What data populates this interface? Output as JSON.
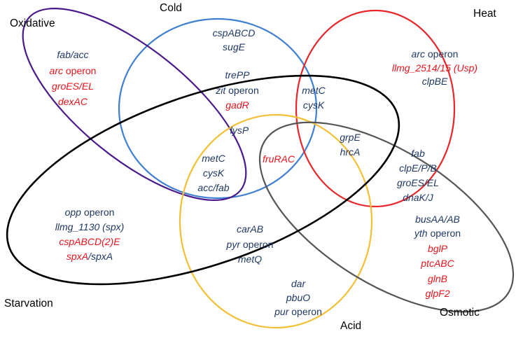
{
  "colors": {
    "cold": "#3F7FD1",
    "heat": "#E8262A",
    "oxidative": "#4A1A8C",
    "starvation": "#000000",
    "acid": "#F2C037",
    "osmotic": "#555555",
    "gene_blue": "#1F3864",
    "gene_red": "#E8141C"
  },
  "labels": {
    "oxidative": "Oxidative",
    "cold": "Cold",
    "heat": "Heat",
    "starvation": "Starvation",
    "acid": "Acid",
    "osmotic": "Osmotic"
  },
  "genes": {
    "cold": [
      "cspABCD",
      "sugE"
    ],
    "heat": [
      {
        "italic": "arc",
        "plain": " operon"
      },
      "llmg_2514/15 (Usp)",
      "clpBE"
    ],
    "oxidative": [
      "fab/acc",
      {
        "italic": "arc",
        "plain": " operon"
      },
      "groES/EL",
      "dexAC"
    ],
    "cold_starvation": [
      "trePP",
      {
        "italic": "zit",
        "plain": " operon"
      },
      "gadR"
    ],
    "cold_heat_starvation": [
      "metC",
      "cysK"
    ],
    "lysp": "lysP",
    "center": [
      "metC",
      "cysK",
      "acc/fab"
    ],
    "frurac": "fruRAC",
    "starv_heat_osmotic": [
      "grpE",
      "hrcA"
    ],
    "heat_osmotic": [
      "fab",
      "clpE/P/B",
      "groES/EL",
      "dnaK/J"
    ],
    "osmotic": [
      "busAA/AB",
      {
        "italic": "yth",
        "plain": " operon"
      },
      "bglP",
      "ptcABC",
      "glnB",
      "glpF2"
    ],
    "starvation": [
      {
        "italic": "opp",
        "plain": " operon"
      },
      "llmg_1130 (spx)",
      "cspABCD(2)E",
      {
        "red": "spxA",
        "sep": "/",
        "blue": "spxA"
      }
    ],
    "acid_starvation": [
      "carAB",
      {
        "italic": "pyr",
        "plain": " operon"
      },
      "metQ"
    ],
    "acid": [
      "dar",
      "pbuO",
      {
        "italic": "pur",
        "plain": " operon"
      }
    ]
  }
}
